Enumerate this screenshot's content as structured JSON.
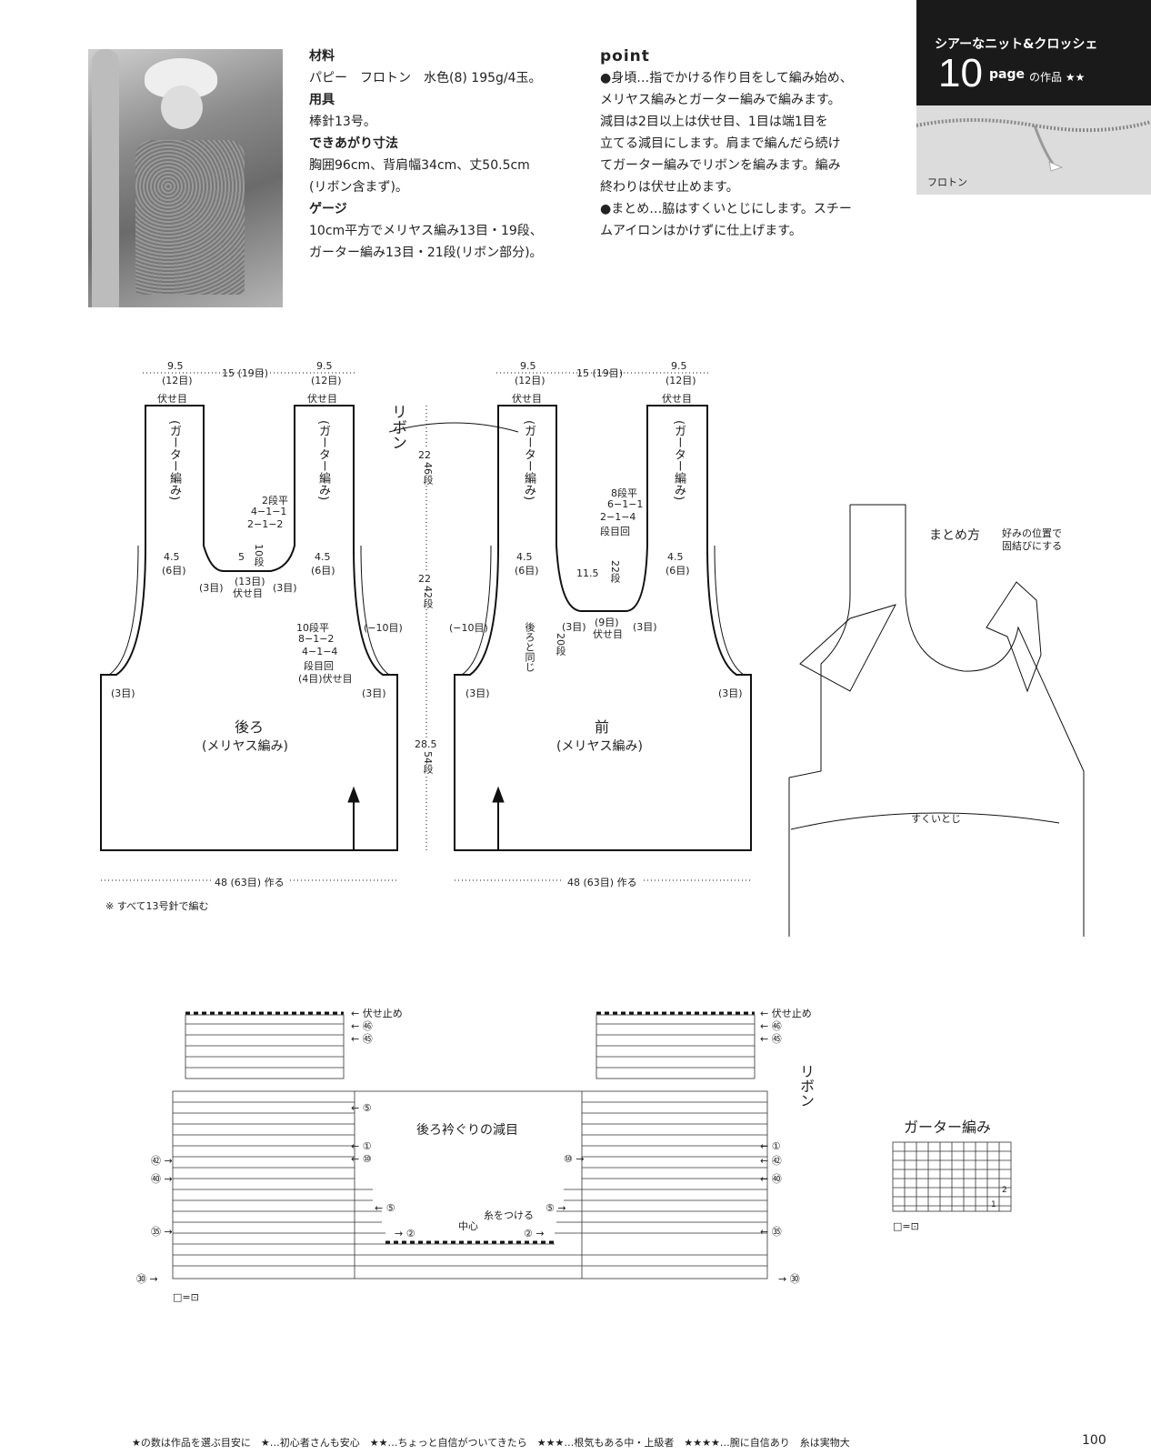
{
  "info": {
    "material_h": "材料",
    "material": "パピー　フロトン　水色(8) 195g/4玉。",
    "tools_h": "用具",
    "tools": "棒針13号。",
    "size_h": "できあがり寸法",
    "size1": "胸囲96cm、背肩幅34cm、丈50.5cm",
    "size2": "(リボン含まず)。",
    "gauge_h": "ゲージ",
    "gauge1": "10cm平方でメリヤス編み13目・19段、",
    "gauge2": "ガーター編み13目・21段(リボン部分)。"
  },
  "point": {
    "title": "point",
    "lines": [
      "●身頃…指でかける作り目をして編み始め、",
      "メリヤス編みとガーター編みで編みます。",
      "減目は2目以上は伏せ目、1目は端1目を",
      "立てる減目にします。肩まで編んだら続け",
      "てガーター編みでリボンを編みます。編み",
      "終わりは伏せ止めます。",
      "●まとめ…脇はすくいとじにします。スチー",
      "ムアイロンはかけずに仕上げます。"
    ]
  },
  "tag": {
    "series": "シアーなニット&クロッシェ",
    "number": "10",
    "page": "page",
    "of": "の作品 ★★"
  },
  "yarn_label": "フロトン",
  "back": {
    "dim_l": "9.5",
    "dim_l2": "(12目)",
    "dim_c": "15 (19目)",
    "dim_r": "9.5",
    "dim_r2": "(12目)",
    "bo": "伏せ目",
    "garter": "(ガーター編み)",
    "shoulder": "4.5",
    "shoulder2": "(6目)",
    "neck": "2段平",
    "neck2": "4−1−1",
    "neck3": "2−1−2",
    "neck_h": "5",
    "neck_rows": "10段",
    "neck_c": "(13目)",
    "neck_c2": "伏せ目",
    "three": "(3目)",
    "arm": "10段平",
    "arm2": "8−1−2",
    "arm3": "4−1−4",
    "arm4": "段目回",
    "arm5": "(4目)伏せ目",
    "minus": "(−10目)",
    "title": "後ろ",
    "stitch": "(メリヤス編み)",
    "width": "48 (63目) 作る",
    "note": "※ すべて13号針で編む"
  },
  "mid": {
    "ribbon": "リボン",
    "h1": "22",
    "h1b": "46段",
    "h2": "22",
    "h2b": "42段",
    "h3": "28.5",
    "h3b": "54段"
  },
  "front": {
    "dim_l": "9.5",
    "dim_l2": "(12目)",
    "dim_c": "15 (19目)",
    "dim_r": "9.5",
    "dim_r2": "(12目)",
    "bo": "伏せ目",
    "garter": "(ガーター編み)",
    "neck": "8段平",
    "neck2": "6−1−1",
    "neck3": "2−1−4",
    "neck4": "段目回",
    "neck_h": "11.5",
    "neck_rows": "22段",
    "neck_c": "(9目)",
    "neck_c2": "伏せ目",
    "three": "(3目)",
    "shoulder": "4.5",
    "shoulder2": "(6目)",
    "minus": "(−10目)",
    "same": "後ろと同じ",
    "rows20": "20段",
    "title": "前",
    "stitch": "(メリヤス編み)",
    "width": "48 (63目) 作る"
  },
  "finish": {
    "title": "まとめ方",
    "note1": "好みの位置で",
    "note2": "固結びにする",
    "seam": "すくいとじ"
  },
  "chart": {
    "bo_l": "← 伏せ止め",
    "r46": "← ㊻",
    "r45": "← ㊺",
    "r5": "← ⑤",
    "r1": "← ①",
    "r10": "← ⑩",
    "l42": "㊷ →",
    "l40": "㊵ →",
    "l35": "㉟ →",
    "l30": "㉚ →",
    "title": "後ろ衿ぐりの減目",
    "c5": "← ⑤",
    "c2": "→ ②",
    "center": "中心",
    "attach": "糸をつける",
    "c5r": "⑤ →",
    "c2r": "② →",
    "r10r": "⑩ →",
    "bo_r": "← 伏せ止め",
    "rr46": "← ㊻",
    "rr45": "← ㊺",
    "rr1": "← ①",
    "rr42": "← ㊷",
    "rr40": "← ㊵",
    "rr35": "← ㉟",
    "rr30": "→ ㉚",
    "ribbon": "リボン",
    "legend": "□=⊡"
  },
  "garter_chart": {
    "title": "ガーター編み",
    "n2": "2",
    "n1": "1",
    "legend": "□=⊡"
  },
  "footer": "★の数は作品を選ぶ目安に　★…初心者さんも安心　★★…ちょっと自信がついてきたら　★★★…根気もある中・上級者　★★★★…腕に自信あり　糸は実物大",
  "page_number": "100"
}
